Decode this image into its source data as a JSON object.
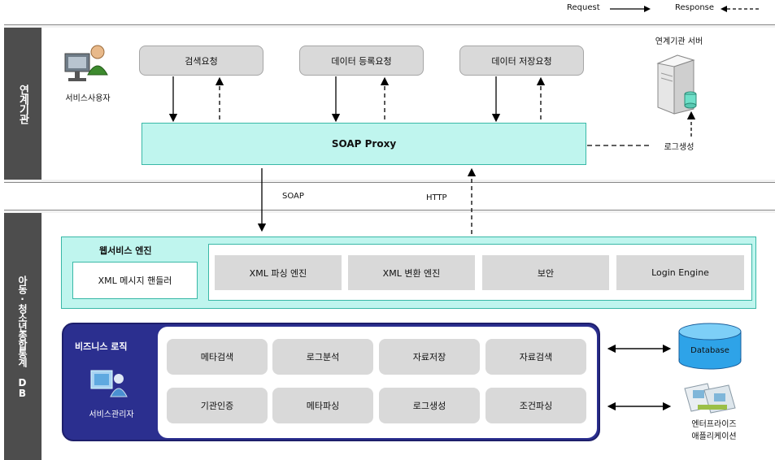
{
  "legend": {
    "request": "Request",
    "response": "Response"
  },
  "lanes": {
    "top": {
      "label": "연계기관"
    },
    "bottom": {
      "label": "아동·청소년종합통계 DB"
    }
  },
  "top": {
    "user_label": "서비스사용자",
    "requests": [
      "검색요청",
      "데이터 등록요청",
      "데이터 저장요청"
    ],
    "server_label": "연계기관 서버",
    "proxy_label": "SOAP Proxy",
    "log_label": "로그생성"
  },
  "protocols": {
    "soap": "SOAP",
    "http": "HTTP"
  },
  "web_engine": {
    "title": "웹서비스 엔진",
    "handler": "XML 메시지 핸들러",
    "components": [
      "XML 파싱 엔진",
      "XML 변환 엔진",
      "보안",
      "Login Engine"
    ]
  },
  "business": {
    "title": "비즈니스 로직",
    "admin_label": "서비스관리자",
    "cells": [
      "메타검색",
      "로그분석",
      "자료저장",
      "자료검색",
      "기관인증",
      "메타파싱",
      "로그생성",
      "조건파싱"
    ]
  },
  "external": {
    "database": "Database",
    "enterprise_line1": "엔터프라이즈",
    "enterprise_line2": "애플리케이션"
  }
}
